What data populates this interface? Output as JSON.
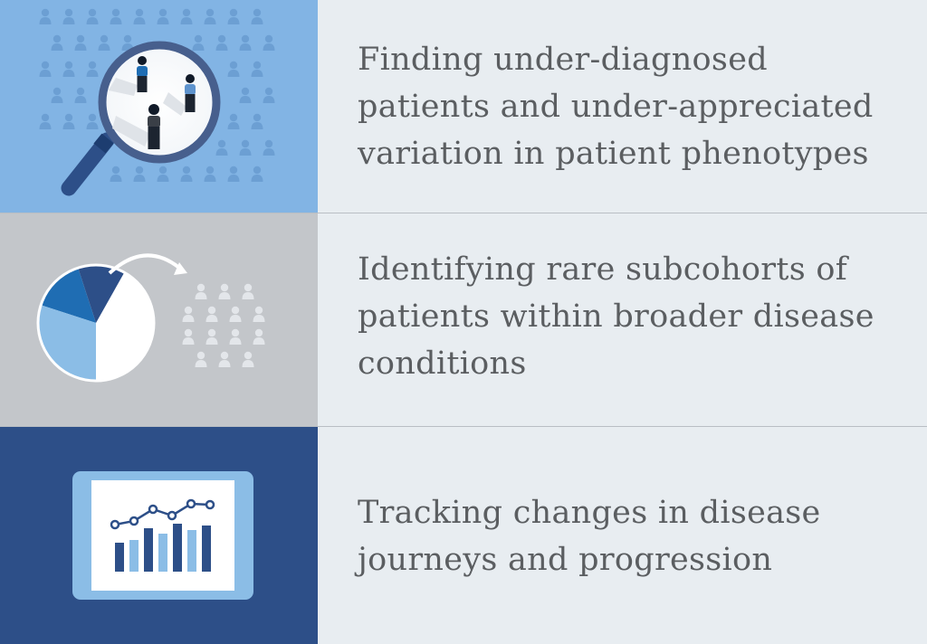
{
  "rows": [
    {
      "lines": [
        "Finding under-diagnosed",
        "patients and under-appreciated",
        "variation in patient phenotypes"
      ],
      "icon": "magnifier-people-icon",
      "color": "#82b4e4"
    },
    {
      "lines": [
        "Identifying rare subcohorts of",
        "patients within broader disease",
        "conditions"
      ],
      "icon": "pie-chart-subcohort-icon",
      "color": "#c3c6ca"
    },
    {
      "lines": [
        "Tracking changes in disease",
        "journeys and progression"
      ],
      "icon": "tablet-chart-icon",
      "color": "#2d4f88"
    }
  ],
  "palette": {
    "text": "#5b5e61",
    "panel": "#e8edf1",
    "dark_blue": "#2d4f88",
    "mid_blue": "#1f6db3",
    "light_blue": "#8bbde6"
  }
}
